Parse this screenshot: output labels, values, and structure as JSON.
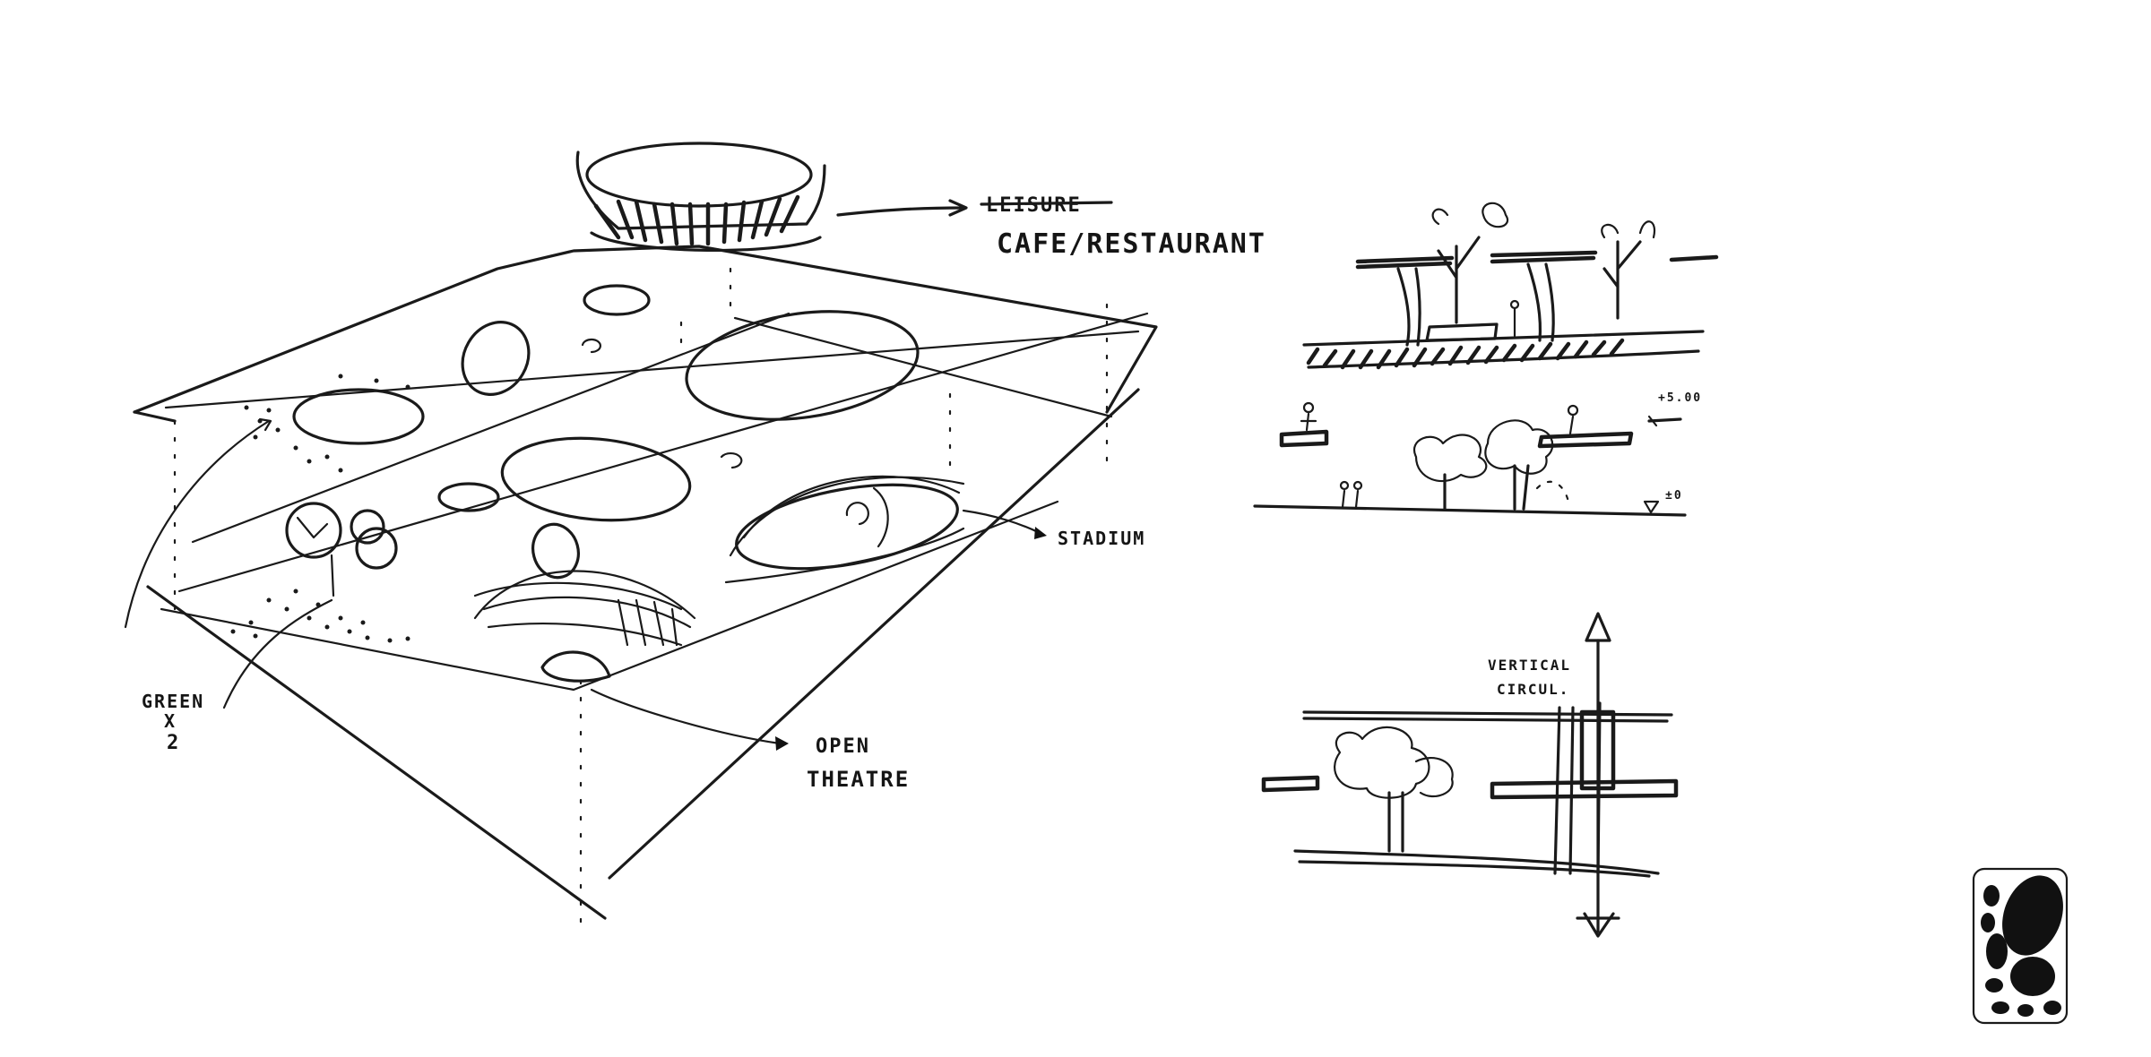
{
  "labels": {
    "leisure_struck": "LEISURE",
    "cafe_restaurant": "CAFE/RESTAURANT",
    "stadium": "STADIUM",
    "open_theatre_line1": "OPEN",
    "open_theatre_line2": "THEATRE",
    "green_line1": "GREEN",
    "green_line2": "X",
    "green_line3": "2",
    "level_upper": "+5.00",
    "level_ground": "±0",
    "vertical_circ_line1": "VERTICAL",
    "vertical_circ_line2": "CIRCUL."
  },
  "colors": {
    "ink": "#1a1a1a",
    "paper": "#ffffff"
  }
}
